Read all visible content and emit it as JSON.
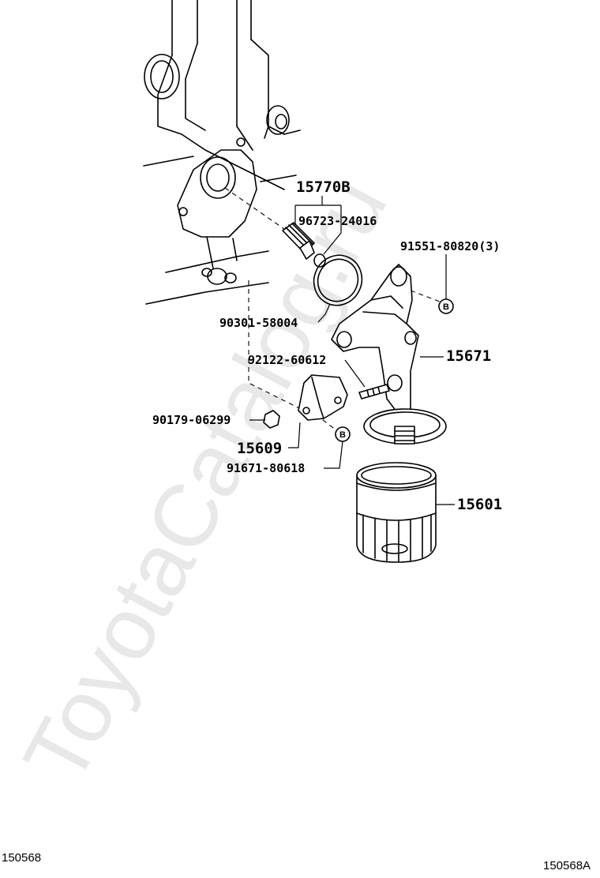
{
  "watermark": "ToyotaCatalog.ru",
  "parts": {
    "p15770b": "15770B",
    "p96723": "96723-24016",
    "p91551": "91551-80820(3)",
    "p90301": "90301-58004",
    "p15671": "15671",
    "p92122": "92122-60612",
    "p90179": "90179-06299",
    "p15609": "15609",
    "p91671": "91671-80618",
    "p15601": "15601"
  },
  "callout_letter": "B",
  "ref_left": "150568",
  "ref_right": "150568A"
}
